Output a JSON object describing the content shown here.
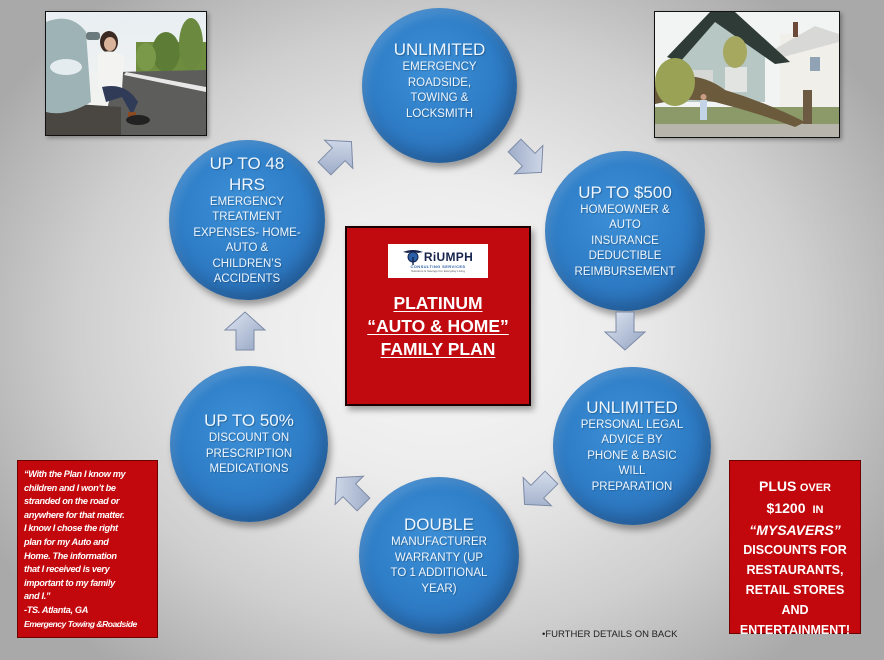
{
  "colors": {
    "circle_blue": "#2f7fc8",
    "box_red": "#c3080d",
    "arrow_silver": "#b9c6dd",
    "text_white": "#ffffff"
  },
  "center": {
    "logo_brand": "RiUMPH",
    "logo_subtitle": "CONSULTING SERVICES",
    "logo_tagline": "Solutions & Savings For Everyday Living",
    "title_lines": [
      "PLATINUM",
      "“AUTO & HOME”",
      "FAMILY PLAN"
    ]
  },
  "benefits": [
    {
      "headline": "UNLIMITED",
      "detail": [
        "EMERGENCY",
        "ROADSIDE,",
        "TOWING &",
        "LOCKSMITH"
      ]
    },
    {
      "headline": "UP TO $500",
      "detail": [
        "HOMEOWNER &",
        "AUTO",
        "INSURANCE",
        "DEDUCTIBLE",
        "REIMBURSEMENT"
      ]
    },
    {
      "headline": "UNLIMITED",
      "detail": [
        "PERSONAL LEGAL",
        "ADVICE BY",
        "PHONE & BASIC",
        "WILL",
        "PREPARATION"
      ]
    },
    {
      "headline": "DOUBLE",
      "detail": [
        "MANUFACTURER",
        "WARRANTY (UP",
        "TO 1 ADDITIONAL",
        "YEAR)"
      ]
    },
    {
      "headline": "UP TO 50%",
      "detail": [
        "DISCOUNT ON",
        "PRESCRIPTION",
        "MEDICATIONS"
      ]
    },
    {
      "headline_lines": [
        "UP TO 48",
        "HRS"
      ],
      "detail": [
        "EMERGENCY",
        "TREATMENT",
        "EXPENSES- HOME-",
        "AUTO &",
        "CHILDREN’S",
        "ACCIDENTS"
      ]
    }
  ],
  "arrows": [
    {
      "icon": "arrow-up-right-icon"
    },
    {
      "icon": "arrow-down-right-icon"
    },
    {
      "icon": "arrow-down-icon"
    },
    {
      "icon": "arrow-down-left-icon"
    },
    {
      "icon": "arrow-up-left-icon"
    },
    {
      "icon": "arrow-up-icon"
    }
  ],
  "photos": {
    "left": {
      "icon": "roadside-breakdown-photo"
    },
    "right": {
      "icon": "storm-damaged-house-photo"
    }
  },
  "testimonial": {
    "quote_lines": [
      "“With the Plan I know my",
      "children and I won’t be",
      "stranded on the road or",
      "anywhere for that matter.",
      "I know I chose the right",
      "plan for my Auto and",
      "Home.  The information",
      "that I received is very",
      "important to my family",
      "and I.”"
    ],
    "signature": "-TS.  Atlanta, GA",
    "service": "Emergency Towing &Roadside"
  },
  "promo": {
    "line1_bold": "PLUS",
    "line1_rest": "OVER",
    "line2_amount": "$1200",
    "line2_rest": "IN",
    "line3": "“MYSAVERS”",
    "rest_lines": [
      "DISCOUNTS FOR",
      "RESTAURANTS,",
      "RETAIL STORES",
      "AND",
      "ENTERTAINMENT!"
    ]
  },
  "footnote": "•FURTHER DETAILS ON BACK"
}
